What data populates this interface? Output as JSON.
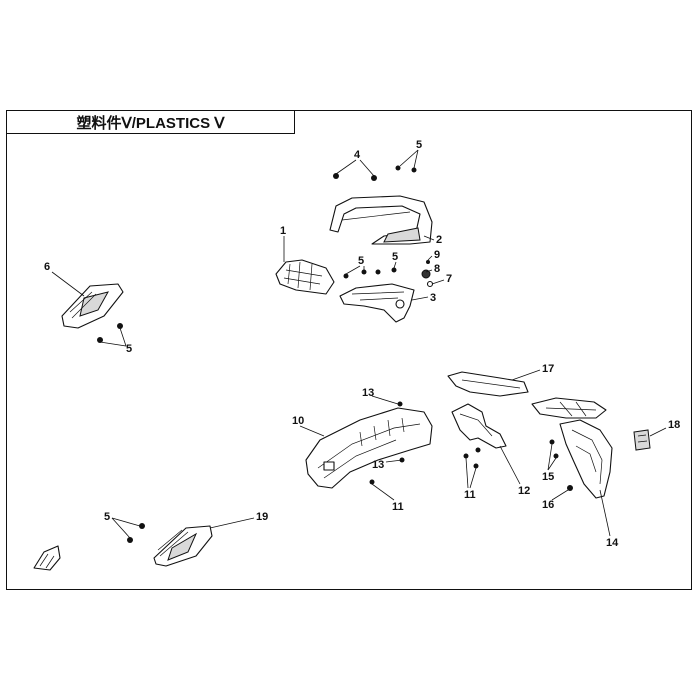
{
  "title": "塑料件Ⅴ/PLASTICS Ⅴ",
  "callouts": [
    "1",
    "2",
    "3",
    "4",
    "5",
    "5",
    "5",
    "5",
    "5",
    "6",
    "7",
    "8",
    "9",
    "10",
    "11",
    "11",
    "12",
    "13",
    "13",
    "14",
    "15",
    "16",
    "17",
    "18",
    "19"
  ]
}
